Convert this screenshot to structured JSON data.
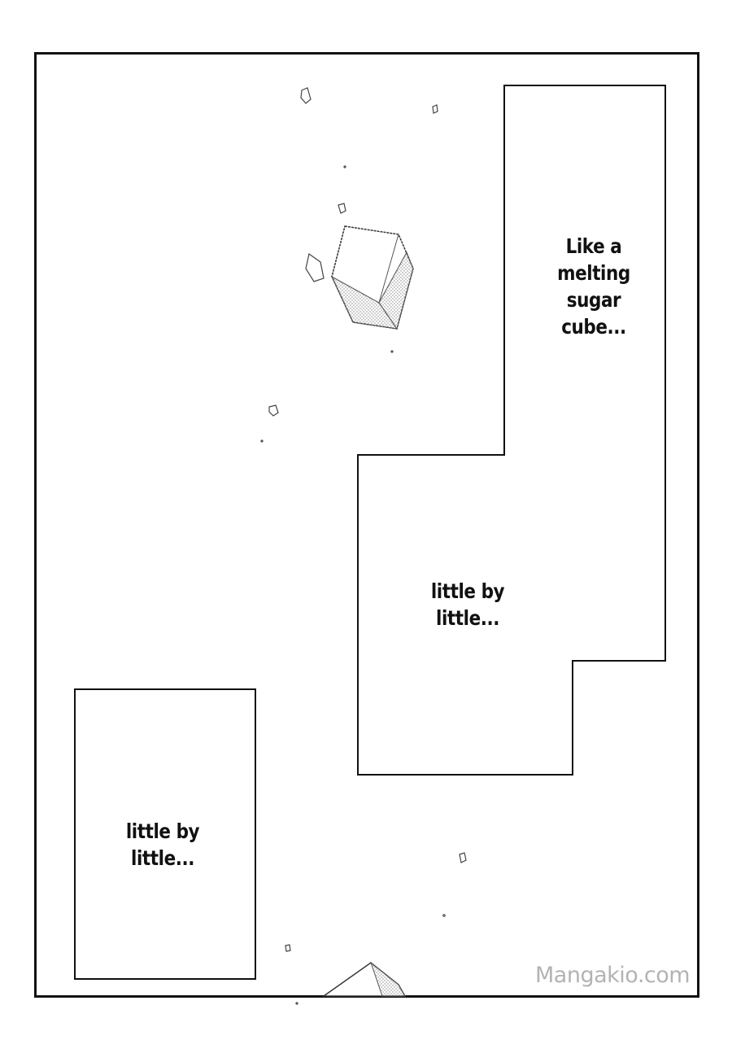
{
  "captions": [
    {
      "text": "Like a\nmelting\nsugar\ncube..."
    },
    {
      "text": "little by\nlittle..."
    },
    {
      "text": "little by\nlittle..."
    }
  ],
  "watermark": "Mangakio.com",
  "colors": {
    "ink": "#111111",
    "paper": "#ffffff",
    "watermark": "#b3b3b3"
  }
}
